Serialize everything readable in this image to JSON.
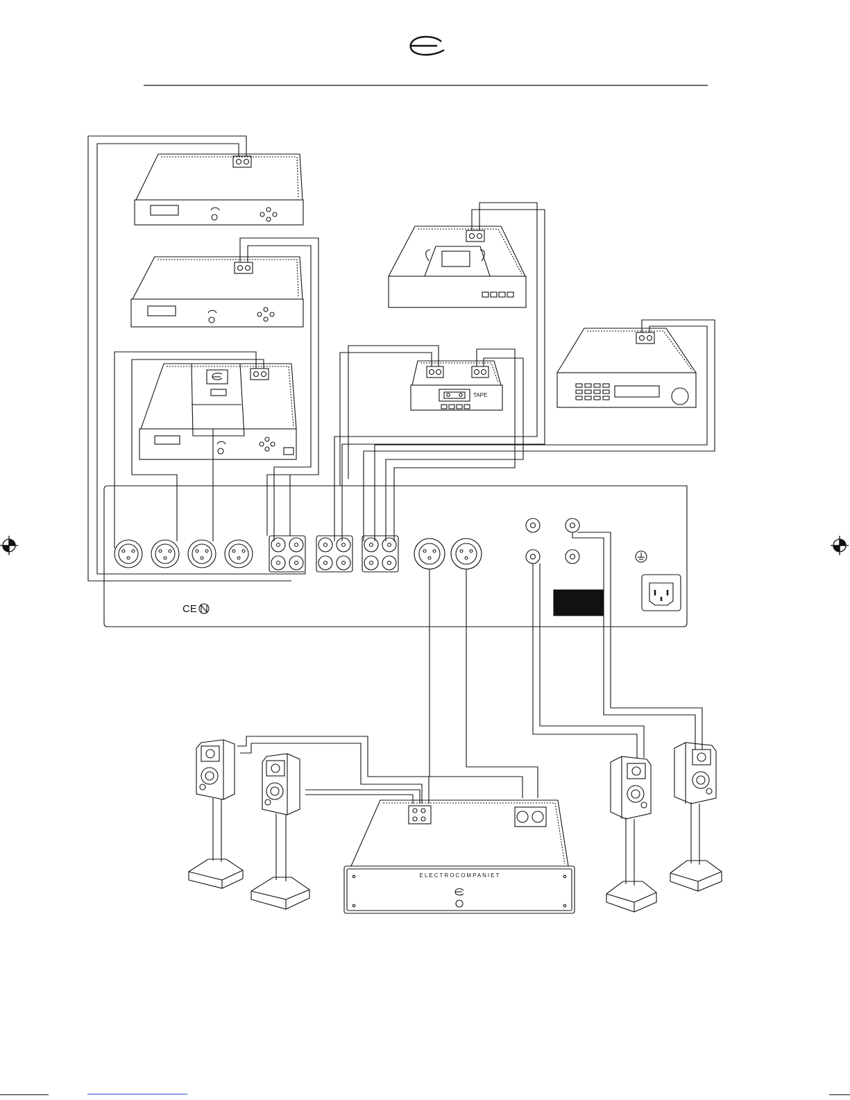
{
  "amplifier": {
    "brand_text": "ELECTROCOMPANIET"
  },
  "tape_deck": {
    "label": "TAPE"
  },
  "panel": {
    "marks": "CE"
  },
  "colors": {
    "ink": "#111111",
    "page": "#ffffff",
    "link": "#2a4fd6"
  }
}
